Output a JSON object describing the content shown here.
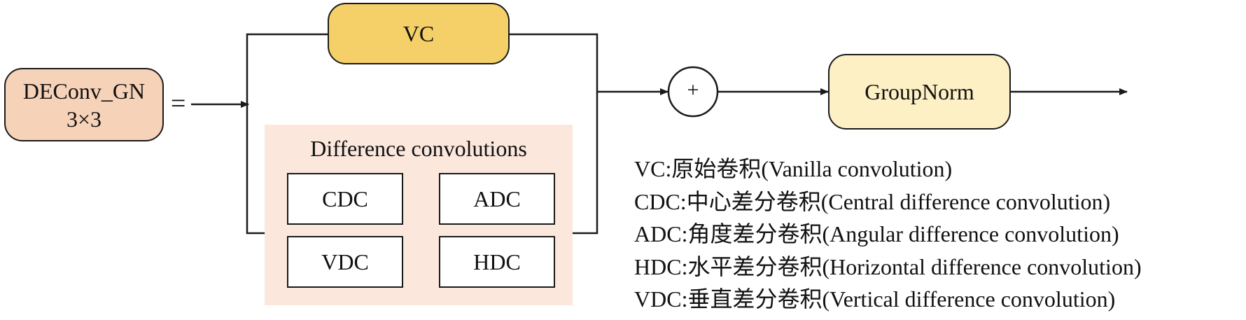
{
  "module": {
    "name": "DEConv_GN",
    "size": "3×3"
  },
  "equals": "=",
  "vc_block": "VC",
  "difference_group": {
    "title": "Difference convolutions",
    "items": [
      "CDC",
      "ADC",
      "VDC",
      "HDC"
    ]
  },
  "sum_symbol": "+",
  "norm_block": "GroupNorm",
  "legend": [
    {
      "abbr": "VC",
      "sep": ":",
      "zh": "原始卷积",
      "en": "(Vanilla convolution)"
    },
    {
      "abbr": "CDC",
      "sep": ":",
      "zh": "中心差分卷积",
      "en": "(Central difference convolution)"
    },
    {
      "abbr": "ADC",
      "sep": ":",
      "zh": "角度差分卷积",
      "en": "(Angular difference convolution)"
    },
    {
      "abbr": "HDC",
      "sep": ":",
      "zh": "水平差分卷积",
      "en": "(Horizontal difference convolution)"
    },
    {
      "abbr": "VDC",
      "sep": ":",
      "zh": "垂直差分卷积",
      "en": "(Vertical difference convolution)"
    }
  ],
  "colors": {
    "module_fill": "#f6d2b8",
    "vc_fill": "#f5d069",
    "group_fill": "#fbe7dc",
    "norm_fill": "#fdf0c4",
    "line": "#1a1a1a"
  }
}
